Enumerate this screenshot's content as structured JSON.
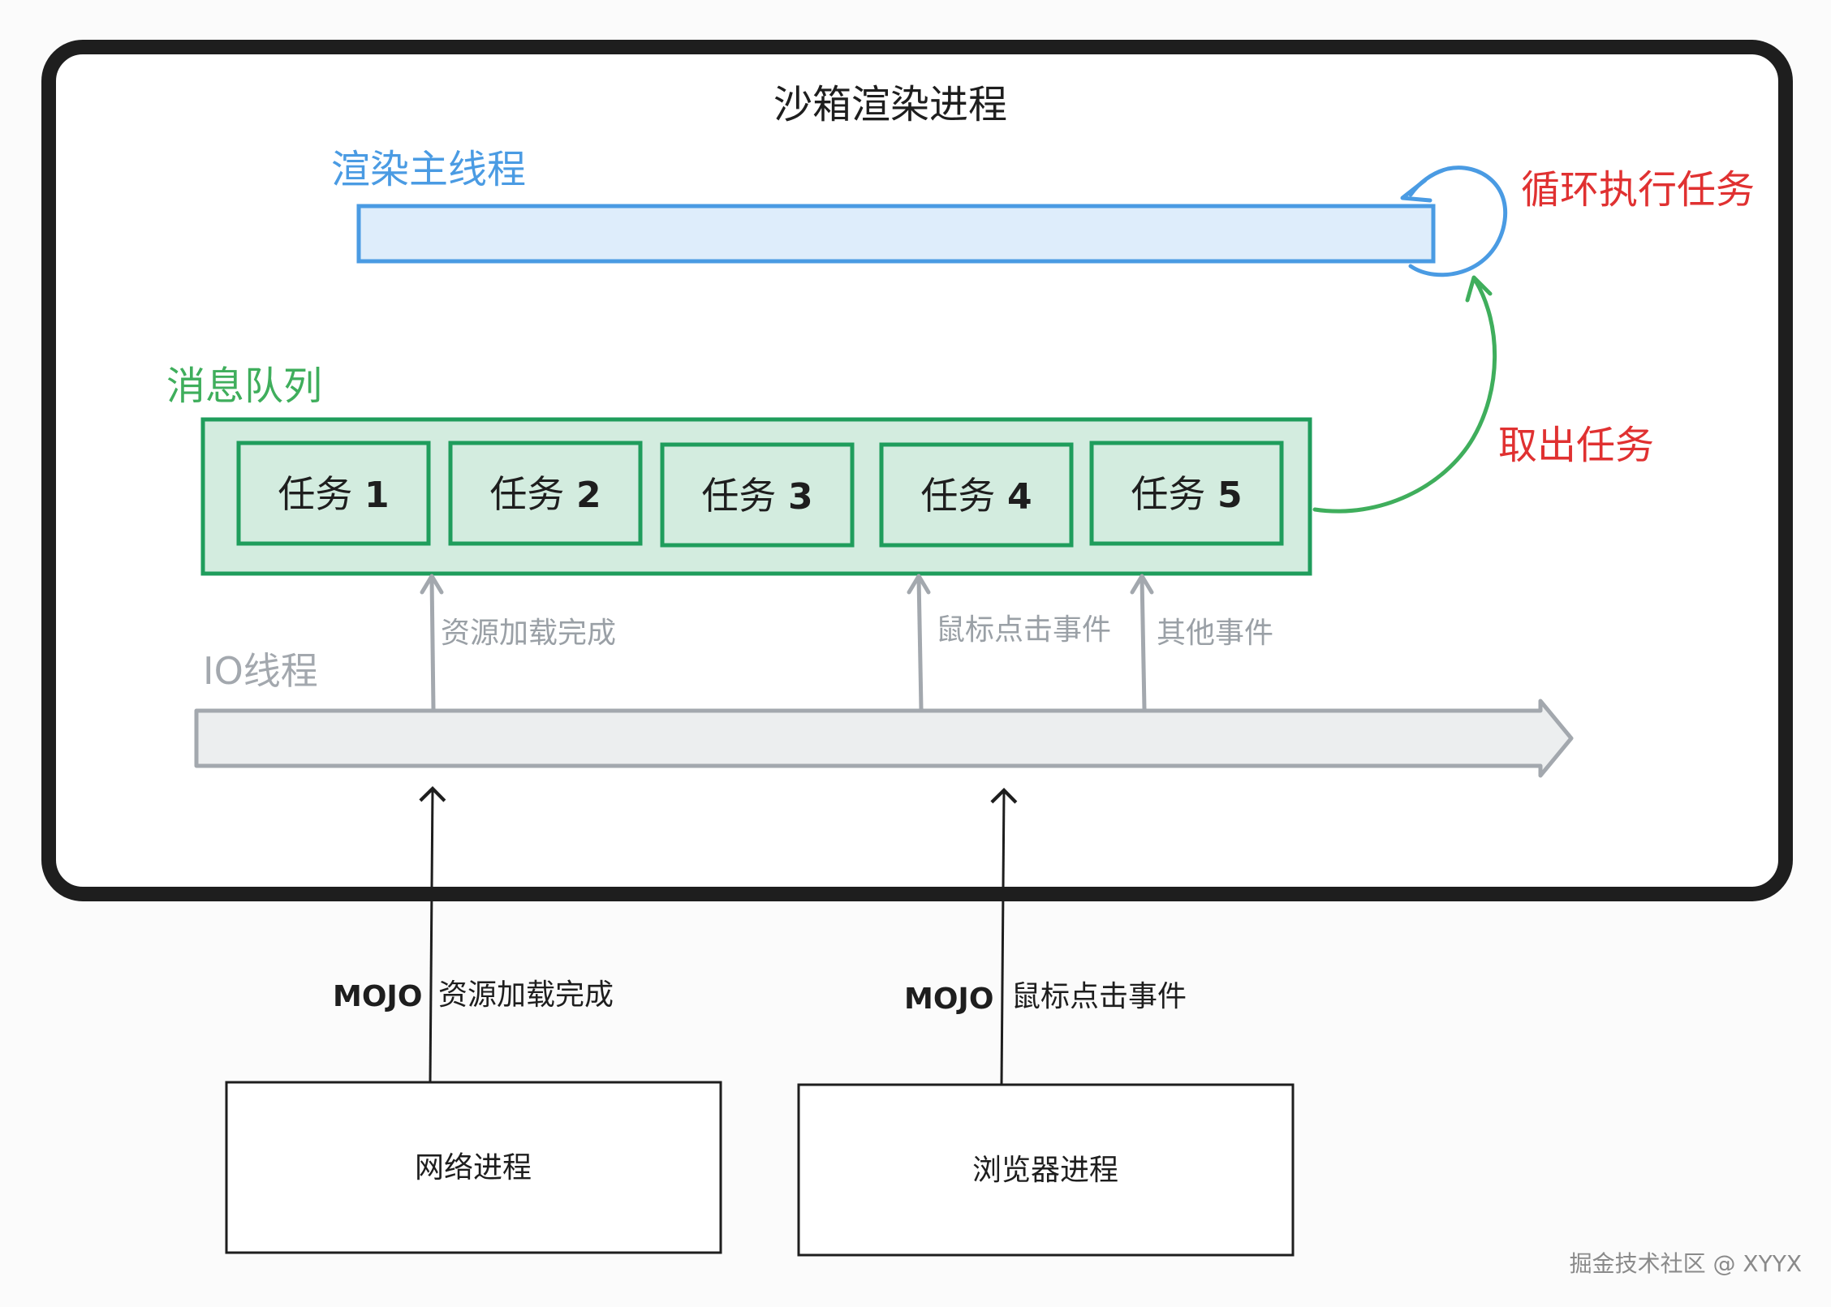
{
  "sandbox": {
    "title": "沙箱渲染进程"
  },
  "main_thread": {
    "label": "渲染主线程",
    "loop_label": "循环执行任务"
  },
  "queue": {
    "label": "消息队列",
    "take_label": "取出任务",
    "tasks": [
      {
        "label": "任务",
        "num": "1"
      },
      {
        "label": "任务",
        "num": "2"
      },
      {
        "label": "任务",
        "num": "3"
      },
      {
        "label": "任务",
        "num": "4"
      },
      {
        "label": "任务",
        "num": "5"
      }
    ]
  },
  "io_thread": {
    "label": "IO线程",
    "events": [
      "资源加载完成",
      "鼠标点击事件",
      "其他事件"
    ]
  },
  "ipc": [
    {
      "channel": "MOJO",
      "message": "资源加载完成",
      "process": "网络进程"
    },
    {
      "channel": "MOJO",
      "message": "鼠标点击事件",
      "process": "浏览器进程"
    }
  ],
  "watermark": "掘金技术社区 @ XYYX",
  "colors": {
    "main_thread": "#4a9be3",
    "queue": "#3fae5c",
    "loop_label": "#e03131",
    "io": "#a3a8ae",
    "frame": "#1e1e1e"
  }
}
